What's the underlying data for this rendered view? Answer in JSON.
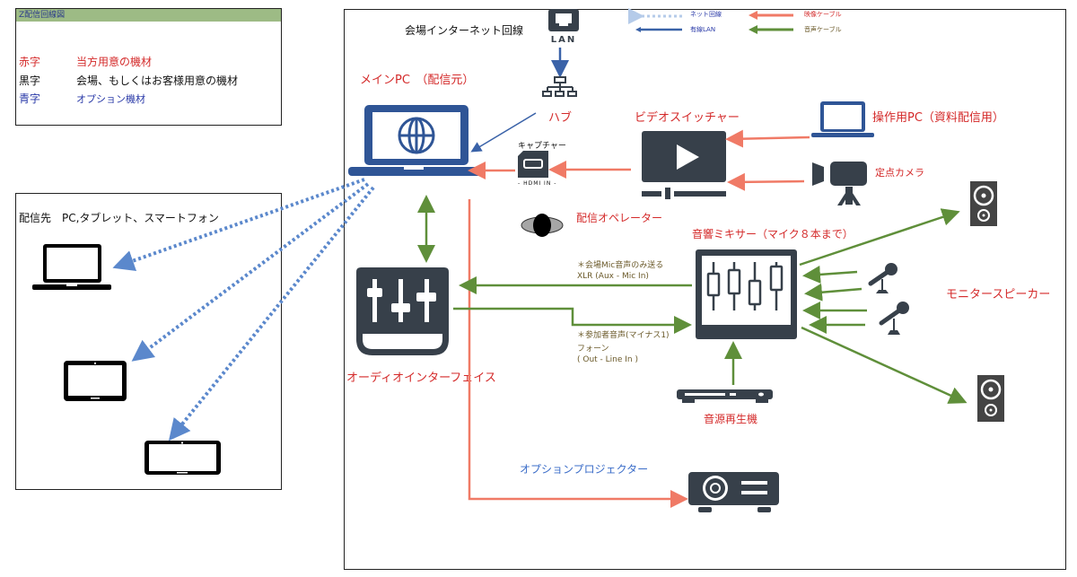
{
  "legend": {
    "title": "Z配信回線図",
    "rows": [
      {
        "key": "赤字",
        "desc": "当方用意の機材",
        "color": "#d42a2a"
      },
      {
        "key": "黒字",
        "desc": "会場、もしくはお客様用意の機材",
        "color": "#111111"
      },
      {
        "key": "青字",
        "desc": "オプション機材",
        "color": "#2a3aa8"
      }
    ]
  },
  "destination": {
    "title": "配信先　PC,タブレット、スマートフォン",
    "devices": [
      "laptop",
      "tablet",
      "smartphone"
    ]
  },
  "cable_legend": {
    "net": "ネット回線",
    "lan": "有線LAN",
    "video": "映像ケーブル",
    "audio": "音声ケーブル",
    "colors": {
      "net": "#a9c3e8",
      "lan": "#3a62a8",
      "video": "#f07a66",
      "audio": "#5f8f3a"
    }
  },
  "labels": {
    "venue_internet": "会場インターネット回線",
    "lan": "LAN",
    "hub": "ハブ",
    "main_pc": "メインPC　（配信元）",
    "capture": "キャプチャー",
    "hdmi_in": "- HDMI IN -",
    "video_switcher": "ビデオスイッチャー",
    "operator_pc": "操作用PC（資料配信用）",
    "fixed_camera": "定点カメラ",
    "stream_operator": "配信オペレーター",
    "audio_mixer": "音響ミキサー（マイク８本まで）",
    "audio_interface": "オーディオインターフェイス",
    "monitor_speaker": "モニタースピーカー",
    "sound_player": "音源再生機",
    "option_projector": "オプションプロジェクター",
    "xlr_note1": "＊会場Mic音声のみ送る",
    "xlr_note2": "XLR (Aux - Mic In)",
    "phone_note1": "＊参加者音声(マイナス1)",
    "phone_note2": "フォーン",
    "phone_note3": "( Out - Line In )"
  }
}
